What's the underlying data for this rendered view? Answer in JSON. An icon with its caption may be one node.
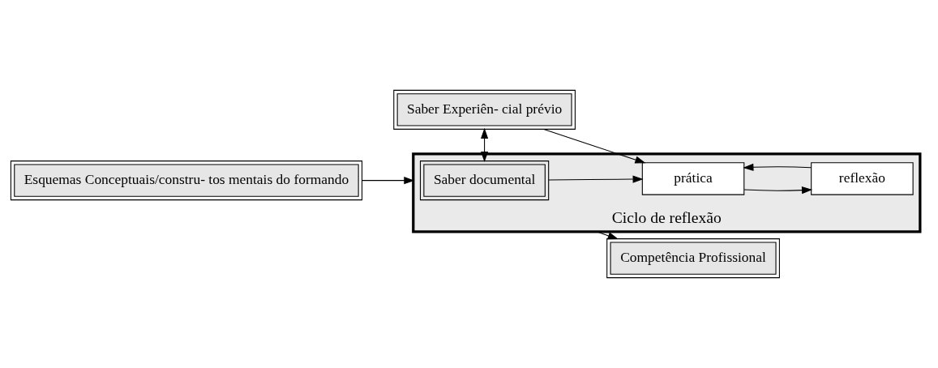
{
  "diagram": {
    "nodes": [
      {
        "text": [
          "Esquemas Conceptuais/constru- tos mentais do formando"
        ]
      },
      {
        "text": [
          "Ciclo de reflexão"
        ]
      },
      {
        "text": [
          "Saber documental"
        ],
        "in": 1
      },
      {
        "text": [
          "Saber Experiên- cial prévio"
        ]
      },
      {
        "text": [
          "prática"
        ],
        "in": 1
      },
      {
        "text": [
          "reflexão"
        ],
        "in": 1
      },
      {
        "text": [
          "Competência Profissional"
        ]
      }
    ],
    "edges": [
      {
        "from": 0,
        "to": 1,
        "arrow": "to"
      },
      {
        "from": 2,
        "to": 3,
        "arrow": "both"
      },
      {
        "from": 2,
        "to": 4,
        "arrow": "to"
      },
      {
        "from": 3,
        "to": 4,
        "arrow": "to"
      },
      {
        "from": 5,
        "to": 4,
        "arrow": "to"
      },
      {
        "from": 4,
        "to": 5,
        "arrow": "to"
      },
      {
        "from": 1,
        "to": 6,
        "arrow": "to"
      }
    ]
  }
}
